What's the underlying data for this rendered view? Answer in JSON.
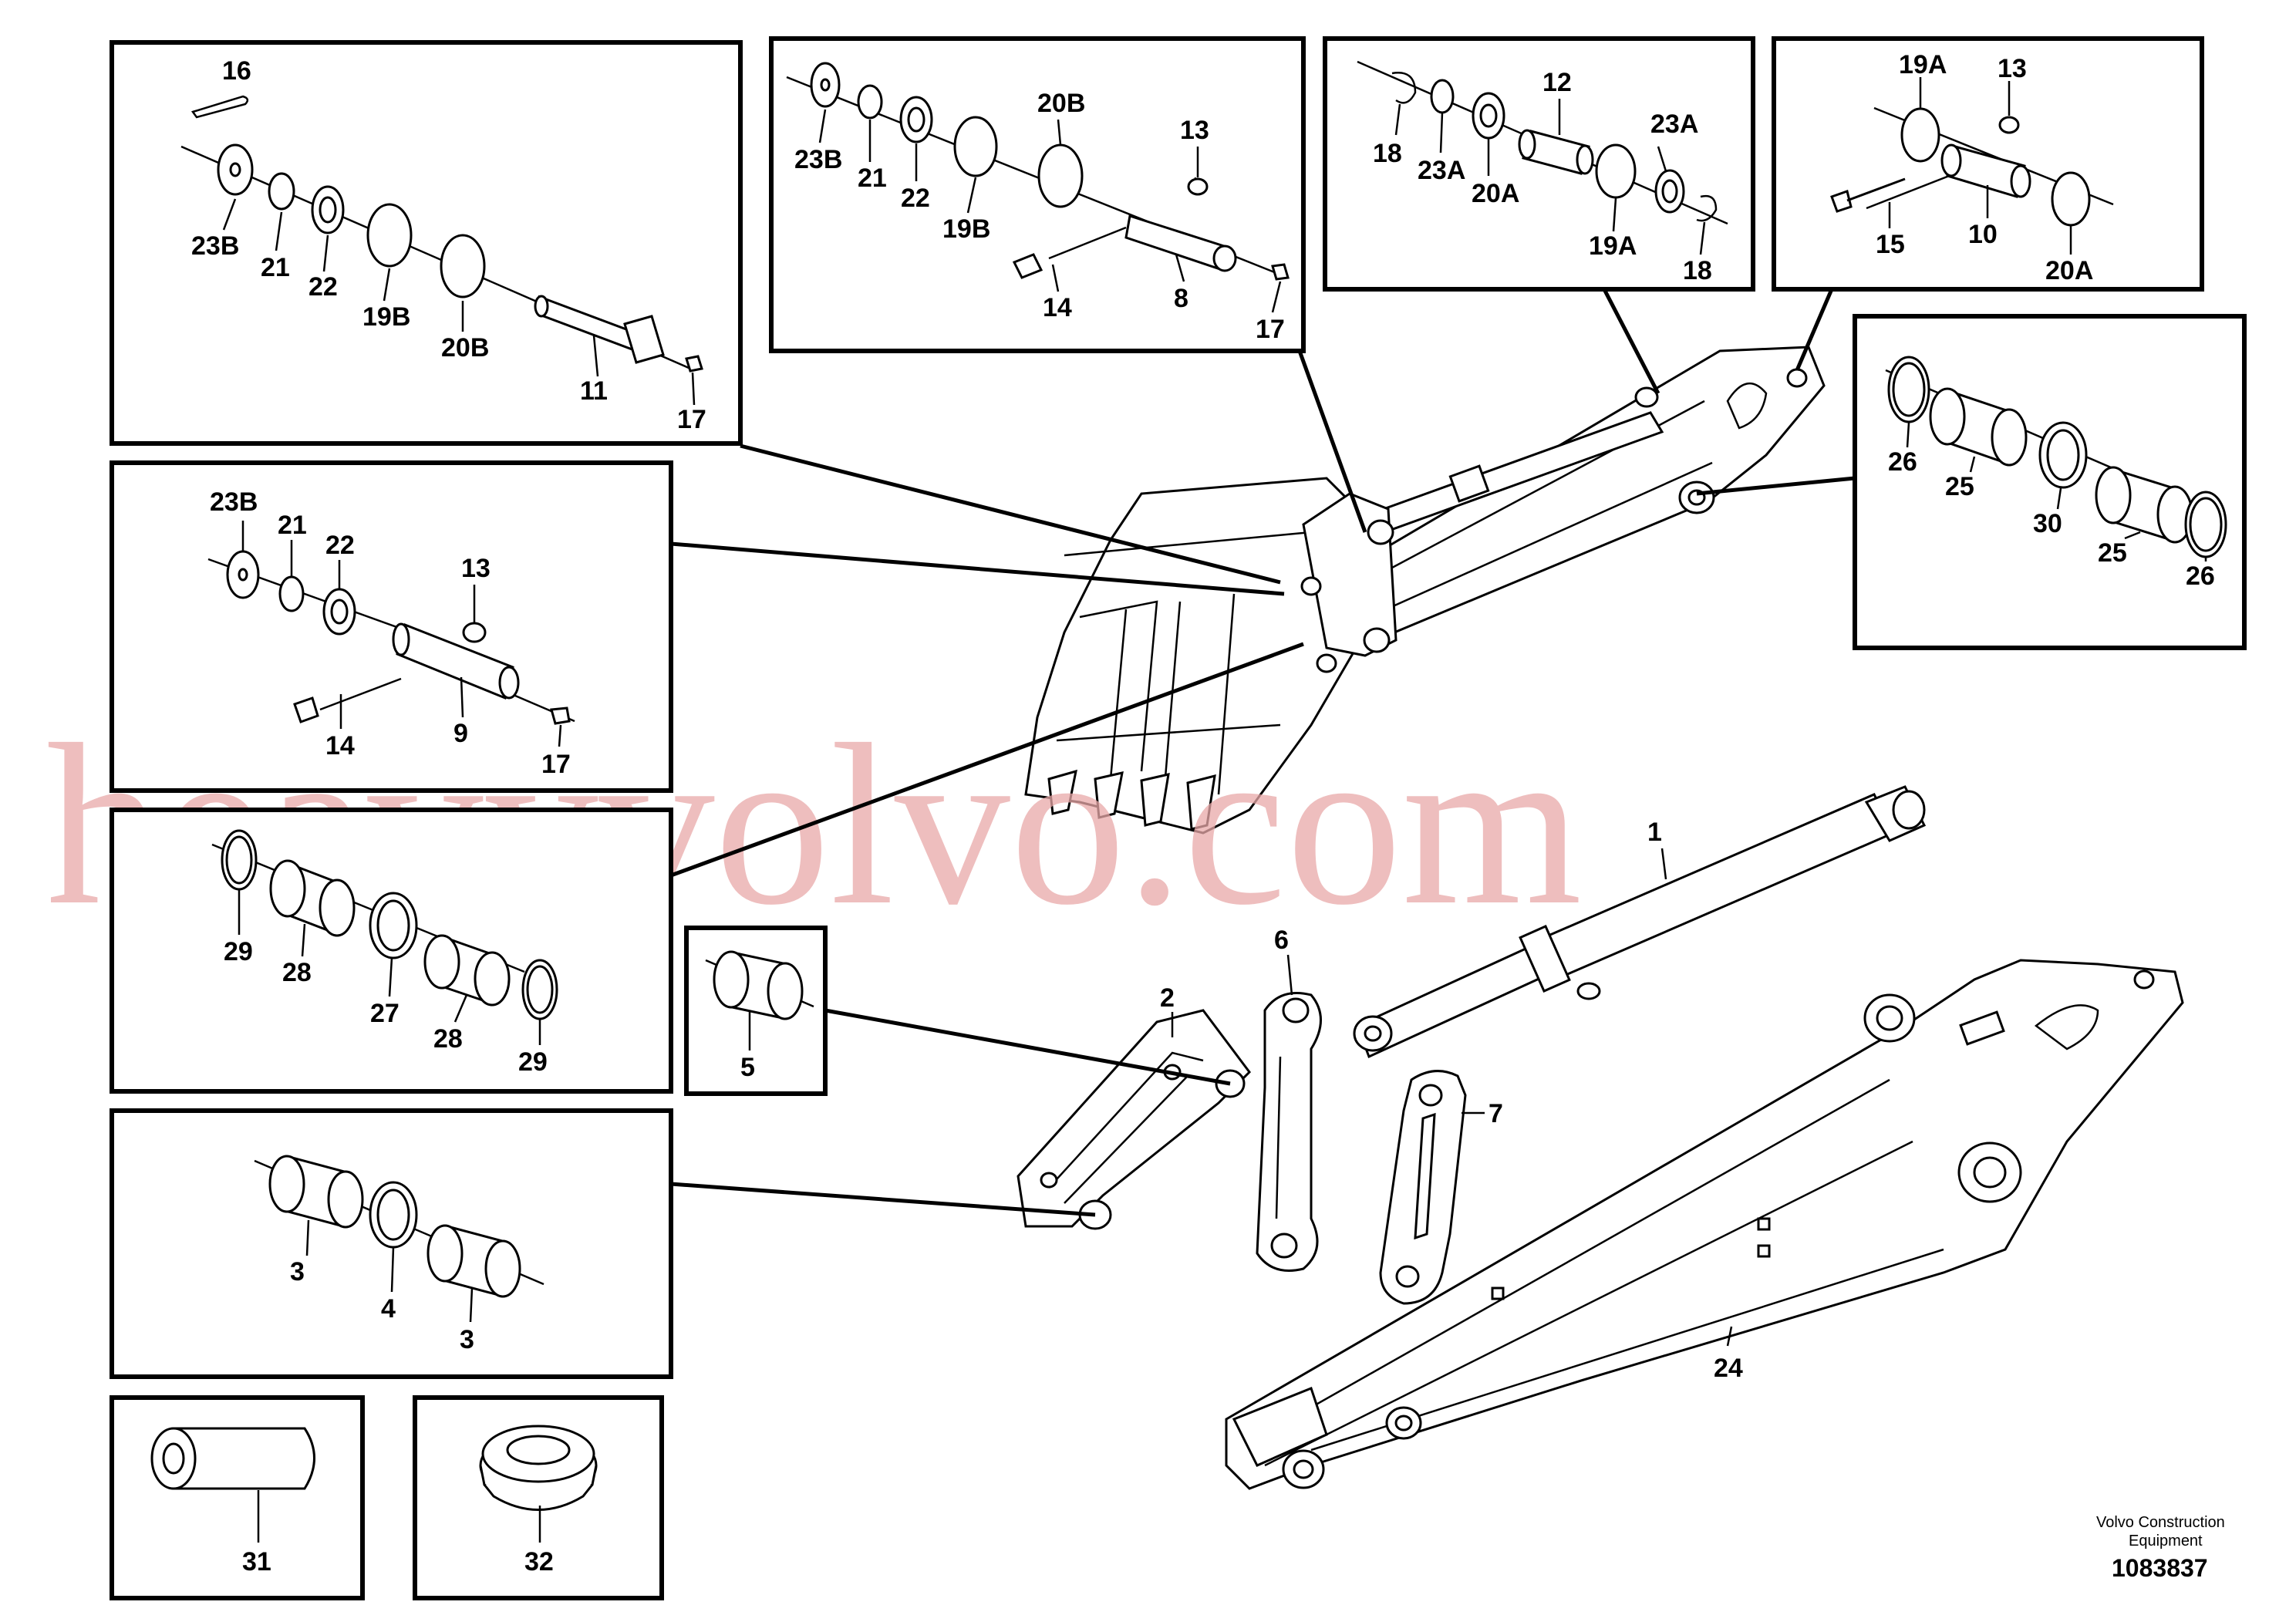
{
  "credit": {
    "line1": "Volvo Construction",
    "line2": "Equipment",
    "number": "1083837"
  },
  "watermark": "heavyvolvo.com",
  "labels": {
    "b1": [
      "16",
      "23B",
      "21",
      "22",
      "19B",
      "20B",
      "11",
      "17"
    ],
    "b2": [
      "23B",
      "21",
      "22",
      "19B",
      "20B",
      "13",
      "14",
      "8",
      "17"
    ],
    "b3": [
      "12",
      "18",
      "23A",
      "20A",
      "23A",
      "19A",
      "18"
    ],
    "b4": [
      "19A",
      "13",
      "15",
      "10",
      "20A"
    ],
    "b5": [
      "23B",
      "21",
      "22",
      "13",
      "14",
      "9",
      "17"
    ],
    "b6": [
      "26",
      "25",
      "30",
      "25",
      "26"
    ],
    "b7": [
      "29",
      "28",
      "27",
      "28",
      "29"
    ],
    "b8": [
      "5"
    ],
    "b9": [
      "3",
      "4",
      "3"
    ],
    "b10": [
      "31"
    ],
    "b11": [
      "32"
    ],
    "main": [
      "1",
      "2",
      "6",
      "7",
      "24"
    ]
  }
}
